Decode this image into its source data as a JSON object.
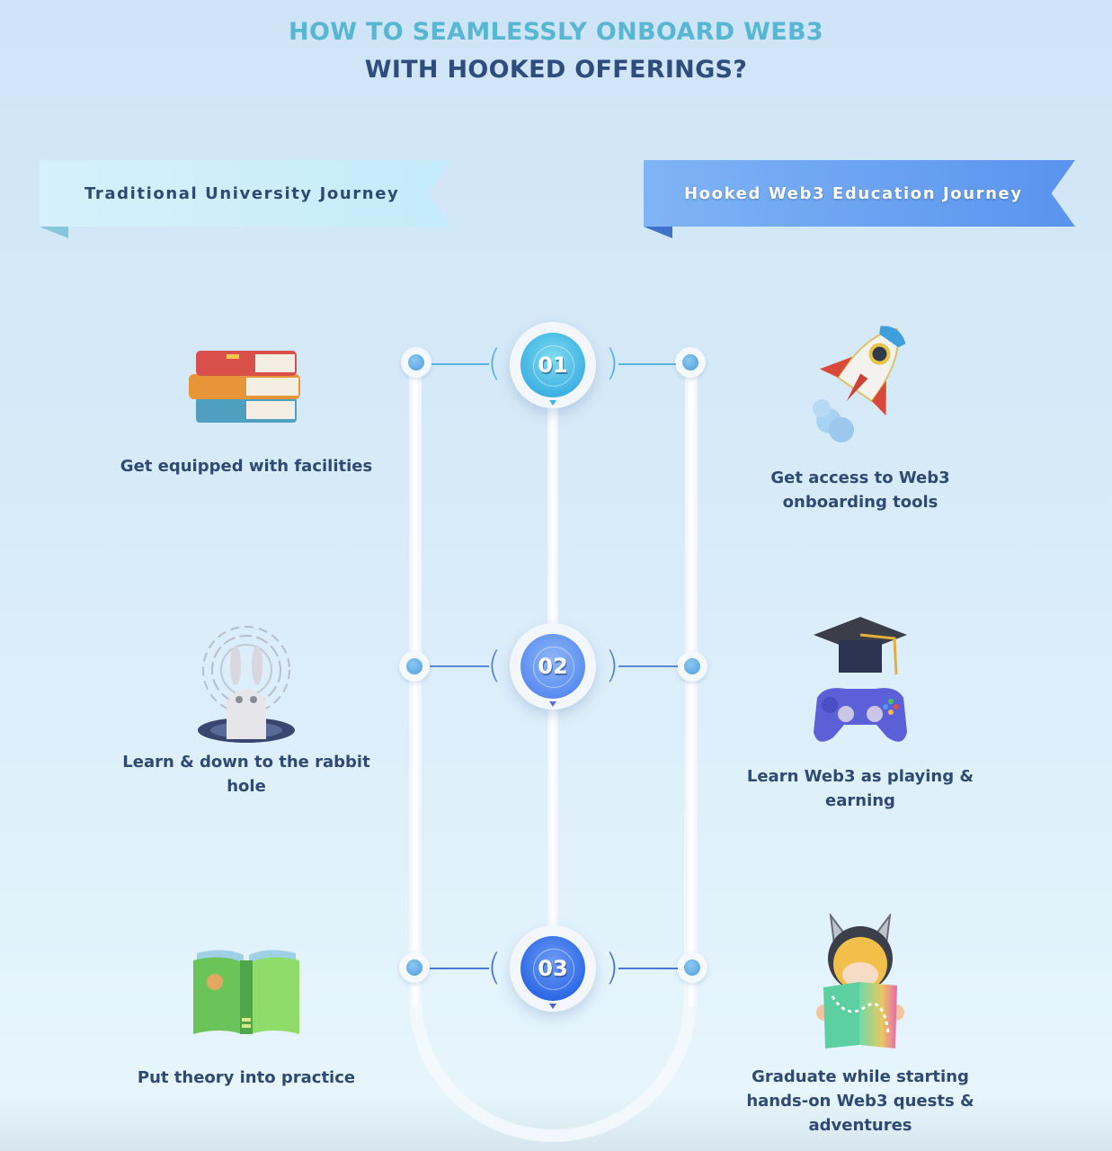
{
  "header": {
    "title_line1": "HOW TO SEAMLESSLY ONBOARD WEB3",
    "title_line2": "WITH HOOKED OFFERINGS?"
  },
  "columns": {
    "left": {
      "label": "Traditional University Journey"
    },
    "right": {
      "label": "Hooked Web3 Education Journey"
    }
  },
  "steps": [
    {
      "number": "01",
      "color": "#3fb7e6"
    },
    {
      "number": "02",
      "color": "#5b8ef0"
    },
    {
      "number": "03",
      "color": "#2f6ae6"
    }
  ],
  "left_items": [
    {
      "icon": "books-stack-icon",
      "label": "Get equipped with facilities"
    },
    {
      "icon": "rabbit-hole-icon",
      "label": "Learn & down to the rabbit hole"
    },
    {
      "icon": "open-book-icon",
      "label": "Put theory into practice"
    }
  ],
  "right_items": [
    {
      "icon": "rocket-icon",
      "label": "Get access to Web3 onboarding tools"
    },
    {
      "icon": "graduation-cap-gamepad-icon",
      "label": "Learn Web3 as playing & earning"
    },
    {
      "icon": "character-map-icon",
      "label": "Graduate while starting hands-on Web3 quests & adventures"
    }
  ],
  "colors": {
    "title_accent": "#57b6d2",
    "title_dark": "#2f4d7c",
    "text": "#2f4a72",
    "ribbon_right": "#6aa2f2",
    "ribbon_left": "#cdeffa"
  }
}
